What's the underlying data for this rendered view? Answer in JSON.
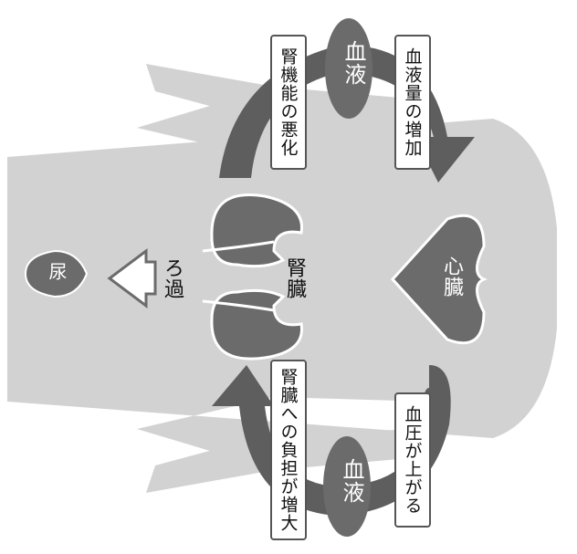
{
  "labels": {
    "blood_top": "血液",
    "blood_bottom": "血液",
    "heart": "心臓",
    "kidney": "腎臓",
    "filtration": "ろ過",
    "urine": "尿"
  },
  "boxes": {
    "kidney_function_worsens": "腎機能の悪化",
    "blood_volume_increase": "血液量の増加",
    "kidney_burden_increase": "腎臓への負担が増大",
    "blood_pressure_rises": "血圧が上がる"
  },
  "colors": {
    "body": "#d2d2d2",
    "organ": "#6b6b6b",
    "arrow": "#5e5e5e",
    "box_border": "#555555"
  }
}
